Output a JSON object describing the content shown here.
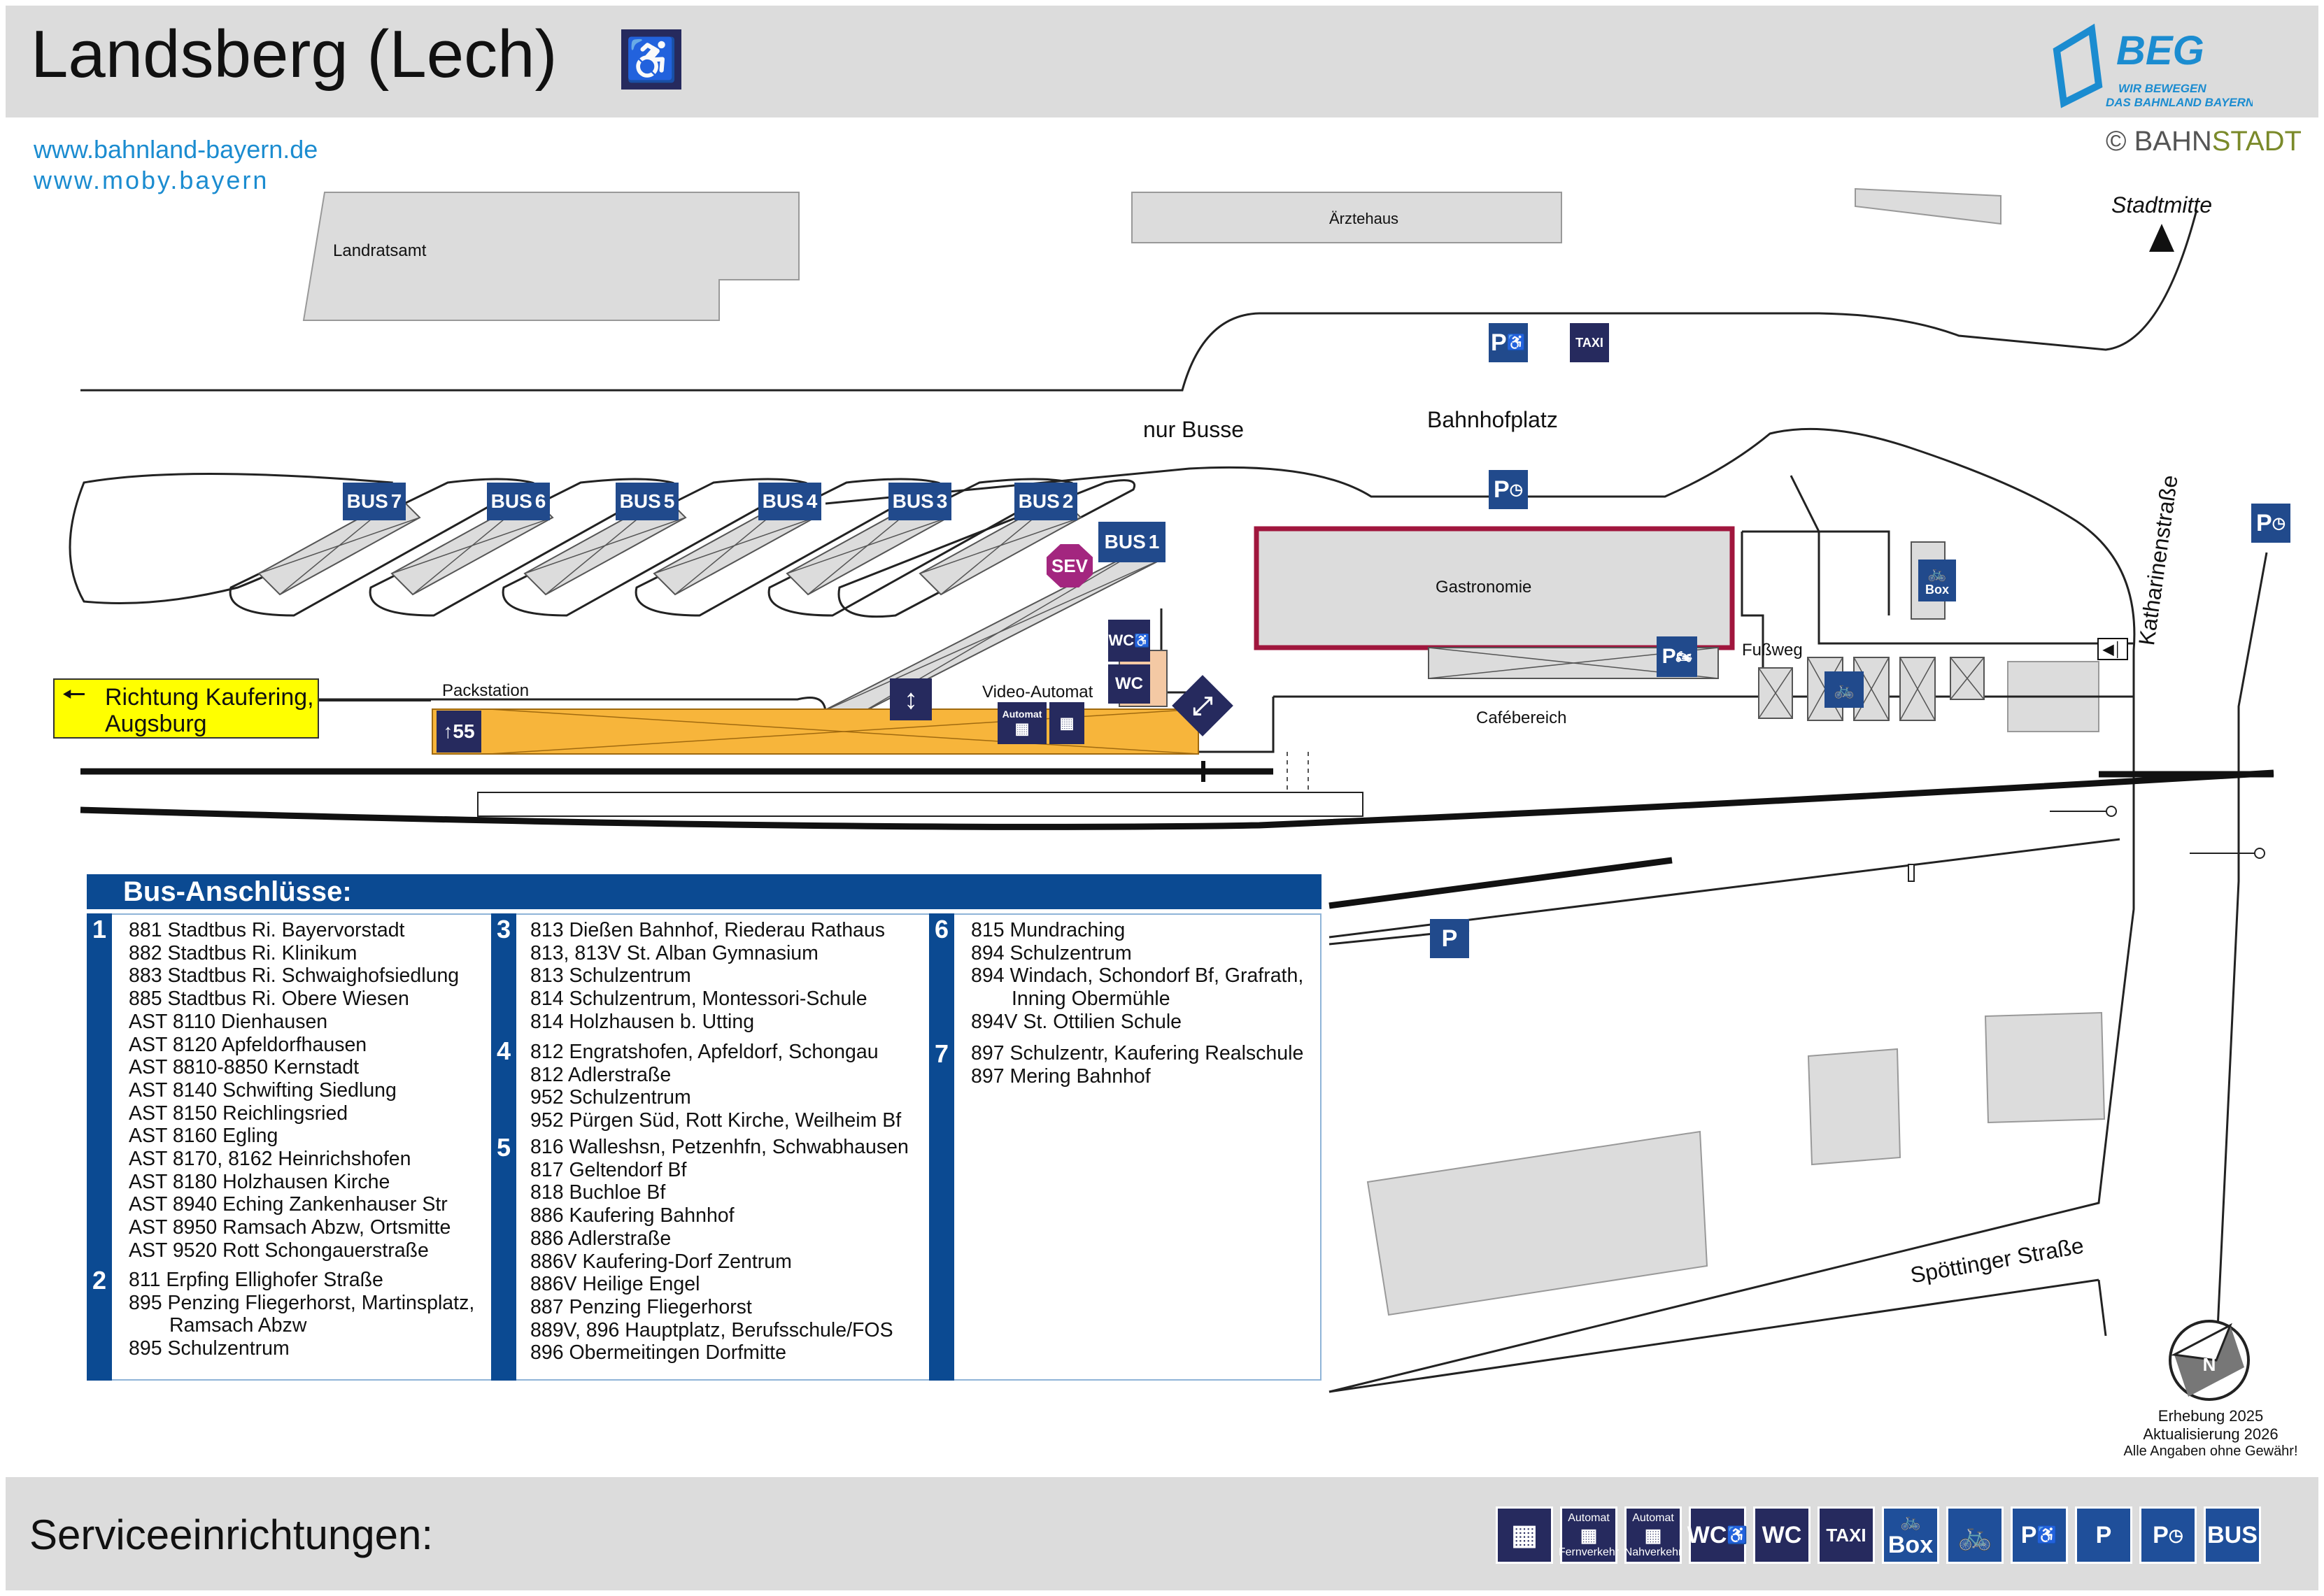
{
  "header": {
    "title": "Landsberg (Lech)",
    "links": [
      "www.bahnland-bayern.de",
      "www.moby.bayern"
    ],
    "logo": {
      "brand": "BEG",
      "tagline_1": "WIR BEWEGEN",
      "tagline_2": "DAS BAHNLAND BAYERN"
    },
    "copyright": {
      "symbol": "©",
      "part1": "BAHN",
      "part2": "STADT"
    },
    "accessible_icon": "wheelchair-icon"
  },
  "map": {
    "buildings": {
      "landratsamt": "Landratsamt",
      "aerztehaus": "Ärztehaus",
      "gastronomie": "Gastronomie"
    },
    "labels": {
      "stadtmitte": "Stadtmitte",
      "nur_busse": "nur Busse",
      "bahnhofplatz": "Bahnhofplatz",
      "packstation": "Packstation",
      "video_automat": "Video-Automat",
      "fussweg": "Fußweg",
      "cafebereich": "Cafébereich",
      "katharinenstrasse": "Katharinenstraße",
      "spoettinger": "Spöttinger Straße",
      "direction_1": "Richtung Kaufering,",
      "direction_2": "Augsburg",
      "sev": "SEV",
      "packstation_nr": "55",
      "automat_small": "Automat",
      "taxi": "TAXI",
      "parking": "P",
      "bus": "BUS",
      "wc": "WC",
      "box": "Box"
    },
    "bus_stops": [
      "7",
      "6",
      "5",
      "4",
      "3",
      "2",
      "1"
    ]
  },
  "bus_connections": {
    "title": "Bus-Anschlüsse:",
    "groups": [
      {
        "num": "1",
        "lines": [
          "881 Stadtbus Ri. Bayervorstadt",
          "882 Stadtbus Ri. Klinikum",
          "883 Stadtbus Ri. Schwaighofsiedlung",
          "885 Stadtbus Ri. Obere Wiesen",
          "AST 8110 Dienhausen",
          "AST 8120 Apfeldorfhausen",
          "AST 8810-8850 Kernstadt",
          "AST 8140 Schwifting Siedlung",
          "AST 8150 Reichlingsried",
          "AST 8160 Egling",
          "AST 8170, 8162 Heinrichshofen",
          "AST 8180 Holzhausen Kirche",
          "AST 8940 Eching Zankenhauser Str",
          "AST 8950 Ramsach Abzw, Ortsmitte",
          "AST 9520 Rott Schongauerstraße"
        ]
      },
      {
        "num": "2",
        "lines": [
          "811 Erpfing Ellighofer Straße",
          "895 Penzing Fliegerhorst, Martinsplatz,",
          "Ramsach Abzw",
          "895 Schulzentrum"
        ]
      },
      {
        "num": "3",
        "lines": [
          "813 Dießen Bahnhof, Riederau Rathaus",
          "813, 813V St. Alban Gymnasium",
          "813 Schulzentrum",
          "814 Schulzentrum, Montessori-Schule",
          "814 Holzhausen b. Utting"
        ]
      },
      {
        "num": "4",
        "lines": [
          "812 Engratshofen, Apfeldorf, Schongau",
          "812 Adlerstraße",
          "952 Schulzentrum",
          "952 Pürgen Süd, Rott Kirche, Weilheim Bf"
        ]
      },
      {
        "num": "5",
        "lines": [
          "816 Walleshsn, Petzenhfn, Schwabhausen",
          "817 Geltendorf Bf",
          "818 Buchloe Bf",
          "886 Kaufering Bahnhof",
          "886 Adlerstraße",
          "886V Kaufering-Dorf Zentrum",
          "886V Heilige Engel",
          "887 Penzing Fliegerhorst",
          "889V, 896 Hauptplatz, Berufsschule/FOS",
          "896 Obermeitingen Dorfmitte"
        ]
      },
      {
        "num": "6",
        "lines": [
          "815 Mundraching",
          "894 Schulzentrum",
          "894 Windach, Schondorf Bf, Grafrath,",
          "Inning Obermühle",
          "894V St. Ottilien Schule"
        ]
      },
      {
        "num": "7",
        "lines": [
          "897 Schulzentr, Kaufering Realschule",
          "897 Mering Bahnhof"
        ]
      }
    ]
  },
  "notes": {
    "survey": "Erhebung 2025",
    "update": "Aktualisierung 2026",
    "disclaimer": "Alle Angaben ohne Gewähr!",
    "north": "N"
  },
  "footer": {
    "title": "Serviceeinrichtungen:",
    "icons": [
      {
        "name": "ticket-machine-icon",
        "text": ""
      },
      {
        "name": "ticket-machine-fernverkehr-icon",
        "top": "Automat",
        "bottom": "Fernverkehr"
      },
      {
        "name": "ticket-machine-nahverkehr-icon",
        "top": "Automat",
        "bottom": "Nahverkehr"
      },
      {
        "name": "accessible-wc-icon",
        "text": "WC"
      },
      {
        "name": "wc-icon",
        "text": "WC"
      },
      {
        "name": "taxi-icon",
        "text": "TAXI"
      },
      {
        "name": "bike-box-icon",
        "text": "Box"
      },
      {
        "name": "bike-parking-icon",
        "text": ""
      },
      {
        "name": "accessible-parking-icon",
        "text": "P"
      },
      {
        "name": "parking-icon",
        "text": "P"
      },
      {
        "name": "short-term-parking-icon",
        "text": "P"
      },
      {
        "name": "bus-icon",
        "text": "BUS"
      }
    ]
  },
  "colors": {
    "header_bg": "#dcdcdc",
    "primary_blue": "#0b4a92",
    "link_blue": "#1b8cd0",
    "platform_orange": "#f7b53b",
    "gastro_border": "#a0163d",
    "sev_purple": "#a3267f",
    "yellow": "#ffff00"
  }
}
